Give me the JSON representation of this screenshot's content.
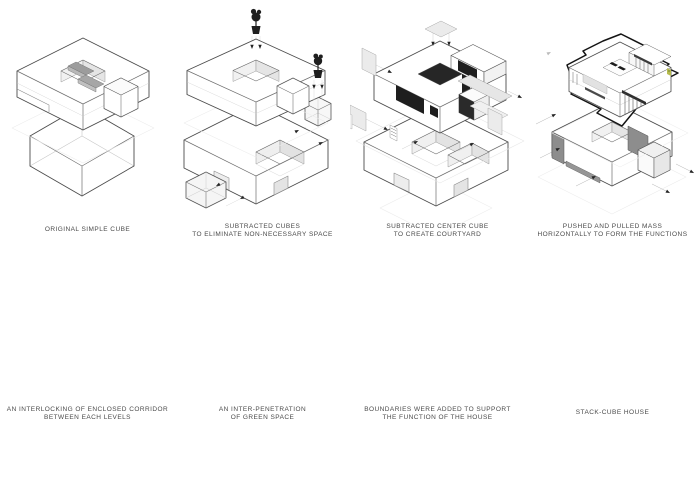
{
  "page": {
    "background": "#ffffff",
    "type_label": "architectural concept diagram"
  },
  "colors": {
    "line_dark": "#4c4c4c",
    "line_mid": "#6e6e6e",
    "line_hidden": "#c6c6c6",
    "fill_light_gray": "#ececec",
    "fill_dark_gray": "#8d8d8d",
    "fill_black": "#1e1e1e",
    "accent_green": "#b7bb4f",
    "caption_text": "#4a4a4a"
  },
  "panels": [
    {
      "id": "original-simple-cube",
      "caption_lines": [
        "ORIGINAL SIMPLE CUBE",
        ""
      ]
    },
    {
      "id": "subtracted-cubes",
      "caption_lines": [
        "SUBTRACTED CUBES",
        "TO ELIMINATE NON-NECESSARY SPACE"
      ]
    },
    {
      "id": "subtracted-center-cube",
      "caption_lines": [
        "SUBTRACTED CENTER CUBE",
        "TO CREATE COURTYARD"
      ]
    },
    {
      "id": "pushed-pulled-mass",
      "caption_lines": [
        "PUSHED AND PULLED MASS",
        "HORIZONTALLY TO FORM THE FUNCTIONS"
      ]
    },
    {
      "id": "interlocking-corridor",
      "caption_lines": [
        "AN INTERLOCKING OF ENCLOSED CORRIDOR",
        "BETWEEN EACH LEVELS"
      ]
    },
    {
      "id": "inter-penetration-green",
      "caption_lines": [
        "AN INTER-PENETRATION",
        "OF GREEN SPACE"
      ]
    },
    {
      "id": "boundaries-added",
      "caption_lines": [
        "BOUNDARIES WERE ADDED TO SUPPORT",
        "THE FUNCTION OF THE HOUSE"
      ]
    },
    {
      "id": "stack-cube-house",
      "caption_lines": [
        "STACK-CUBE HOUSE",
        ""
      ]
    }
  ]
}
